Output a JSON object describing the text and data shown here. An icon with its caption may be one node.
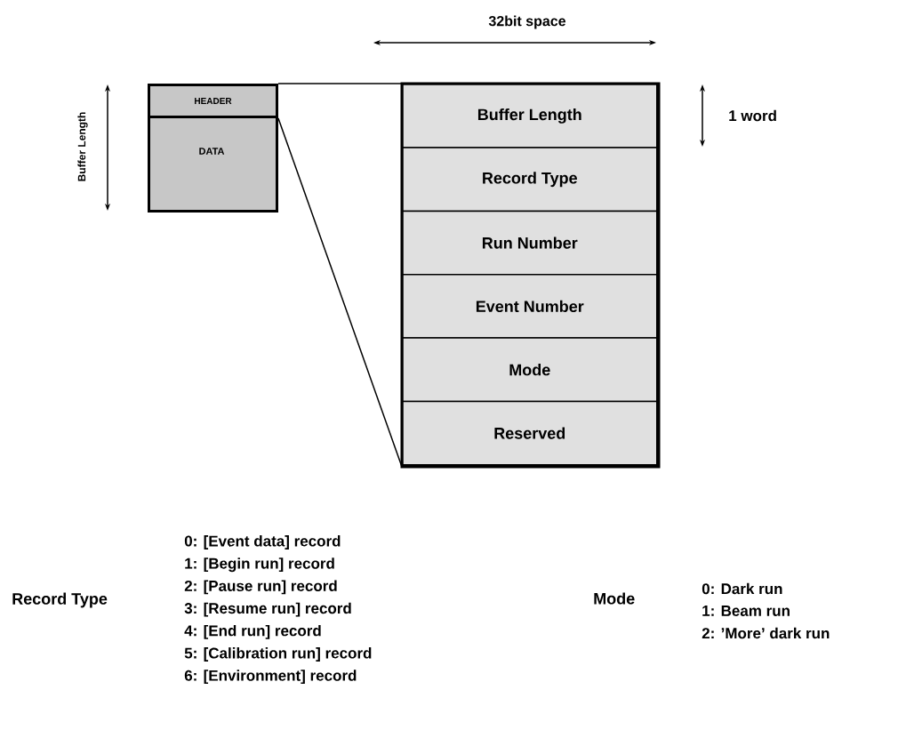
{
  "diagram": {
    "nodes": [
      {
        "text": [
          "HEADER"
        ]
      },
      {
        "text": [
          "DATA"
        ]
      },
      {
        "text": [],
        "shape": "box"
      },
      {
        "text": [
          "Buffer Length"
        ],
        "in": 2
      },
      {
        "text": [
          "Record Type"
        ],
        "in": 2
      },
      {
        "text": [
          "Run Number"
        ],
        "in": 2
      },
      {
        "text": [
          "Event Number"
        ],
        "in": 2
      },
      {
        "text": [
          "Mode"
        ],
        "in": 2
      },
      {
        "text": [
          "Reserved"
        ],
        "in": 2
      }
    ],
    "edges": [
      {
        "from": 0,
        "to": 2,
        "arrow": "none"
      },
      {
        "from": 0,
        "to": 2,
        "arrow": "none"
      }
    ],
    "labels": [
      "32bit space",
      "Buffer Length",
      "1 word",
      "Record Type",
      "0: [Event data] record",
      "1: [Begin run] record",
      "2: [Pause run] record",
      "3: [Resume run] record",
      "4: [End run] record",
      "5: [Calibration run] record",
      "6: [Environment] record",
      "Mode",
      "0: Dark run",
      "1: Beam run",
      "2: ’More’ dark run"
    ]
  }
}
